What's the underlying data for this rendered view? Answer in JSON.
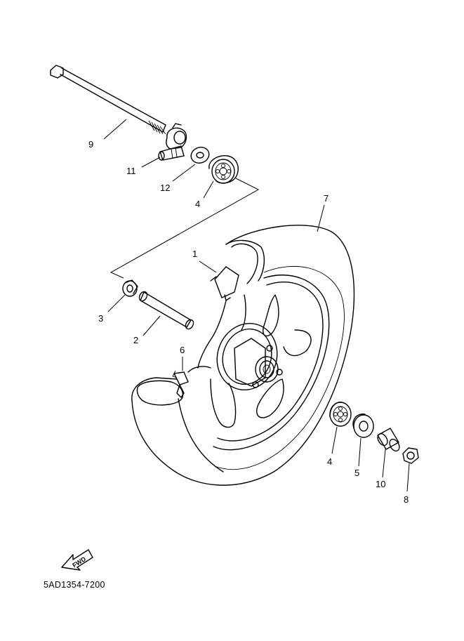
{
  "diagram": {
    "drawing_code": "5AD1354-7200",
    "fwd_label": "FWD",
    "callouts": [
      {
        "id": "c9",
        "label": "9"
      },
      {
        "id": "c11",
        "label": "11"
      },
      {
        "id": "c12",
        "label": "12"
      },
      {
        "id": "c4a",
        "label": "4"
      },
      {
        "id": "c7",
        "label": "7"
      },
      {
        "id": "c1",
        "label": "1"
      },
      {
        "id": "c3",
        "label": "3"
      },
      {
        "id": "c2",
        "label": "2"
      },
      {
        "id": "c6",
        "label": "6"
      },
      {
        "id": "c4b",
        "label": "4"
      },
      {
        "id": "c5",
        "label": "5"
      },
      {
        "id": "c10",
        "label": "10"
      },
      {
        "id": "c8",
        "label": "8"
      }
    ]
  }
}
